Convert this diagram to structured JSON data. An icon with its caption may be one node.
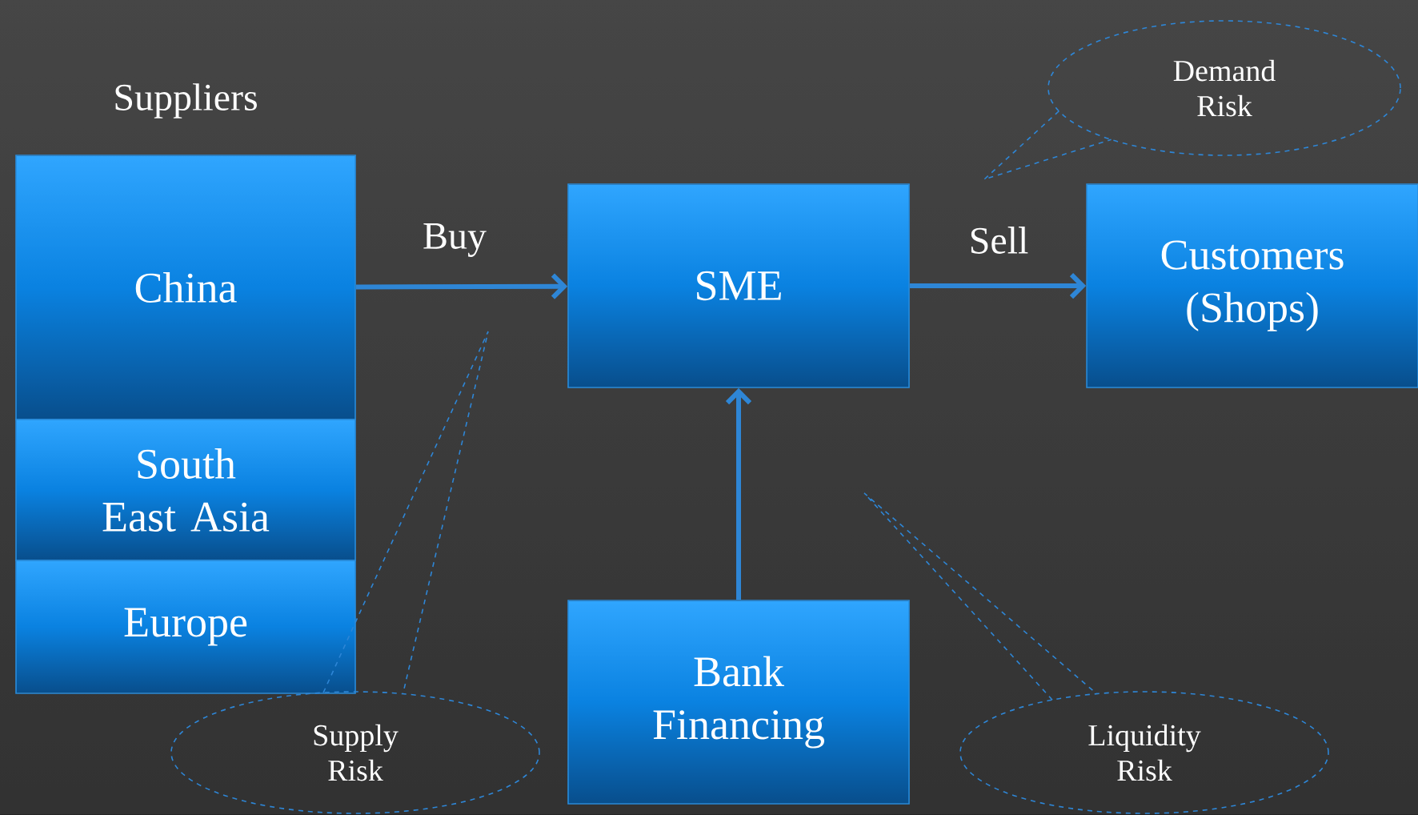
{
  "diagram": {
    "nodes": [
      {
        "text": [
          "China"
        ]
      },
      {
        "text": [
          "South East Asia"
        ]
      },
      {
        "text": [
          "Europe"
        ]
      },
      {
        "text": [
          "SME"
        ]
      },
      {
        "text": [
          "Customers (Shops)"
        ]
      },
      {
        "text": [
          "Bank Financing"
        ]
      },
      {
        "text": [
          "Demand Risk"
        ]
      },
      {
        "text": [
          "Supply Risk"
        ]
      },
      {
        "text": [
          "Liquidity Risk"
        ]
      }
    ],
    "edges": [
      {
        "from": 0,
        "to": 3,
        "arrow": "to",
        "label": "Buy"
      },
      {
        "from": 3,
        "to": 4,
        "arrow": "to",
        "label": "Sell"
      },
      {
        "from": 5,
        "to": 3,
        "arrow": "to"
      }
    ],
    "labels": [
      "Suppliers"
    ]
  }
}
